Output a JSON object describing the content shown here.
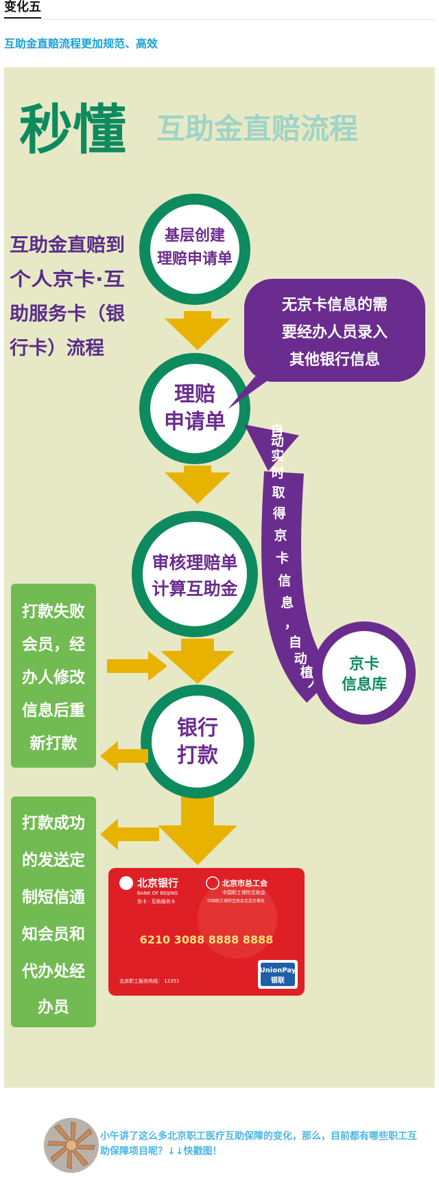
{
  "header": {
    "title": "变化五"
  },
  "subtitle": "互助金直赔流程更加规范、高效",
  "poster": {
    "title_big": "秒懂",
    "title_small": "互助金直赔流程",
    "left_desc": [
      "互助金直赔到",
      "个人京卡·互",
      "助服务卡（银",
      "行卡）流程"
    ],
    "steps": [
      {
        "lines": [
          "基层创建",
          "理赔申请单"
        ]
      },
      {
        "lines": [
          "理赔",
          "申请单"
        ]
      },
      {
        "lines": [
          "审核理赔单",
          "计算互助金"
        ]
      },
      {
        "lines": [
          "银行",
          "打款"
        ]
      }
    ],
    "bubble_lines": [
      "无京卡信息的需",
      "要经办人员录入",
      "其他银行信息"
    ],
    "arc_chars": [
      "自",
      "动",
      "实",
      "时",
      "取",
      "得",
      "京",
      "卡",
      "信",
      "息",
      "，",
      "自",
      "动",
      "植",
      "入"
    ],
    "db_lines": [
      "京卡",
      "信息库"
    ],
    "fail_lines": [
      "打款失败",
      "会员，经",
      "办人修改",
      "信息后重",
      "新打款"
    ],
    "success_lines": [
      "打款成功",
      "的发送定",
      "制短信通",
      "知会员和",
      "代办处经",
      "办员"
    ],
    "card": {
      "bank_cn": "北京银行",
      "bank_en": "BANK OF BEIJING",
      "card_type": "京卡 · 互助服务卡",
      "union_cn": "北京市总工会",
      "union_sub": "中国职工保险互助会",
      "union_note": "中国职工保险互助会北京办事处",
      "number": "6210 3088 8888 8888",
      "hotline": "北京职工服务热线： 12351",
      "unionpay_en": "UnionPay",
      "unionpay_cn": "银联"
    }
  },
  "footer": {
    "text": "小午讲了这么多北京职工医疗互助保障的变化，那么，目前都有哪些职工互助保障项目呢？↓↓快戳图！"
  },
  "colors": {
    "green": "#0e8a5f",
    "purple": "#6a2c8e",
    "yellow": "#e8b300",
    "lightgreen": "#71bb52",
    "card_red": "#df1f26",
    "poster_bg": "#e7e9c6"
  }
}
